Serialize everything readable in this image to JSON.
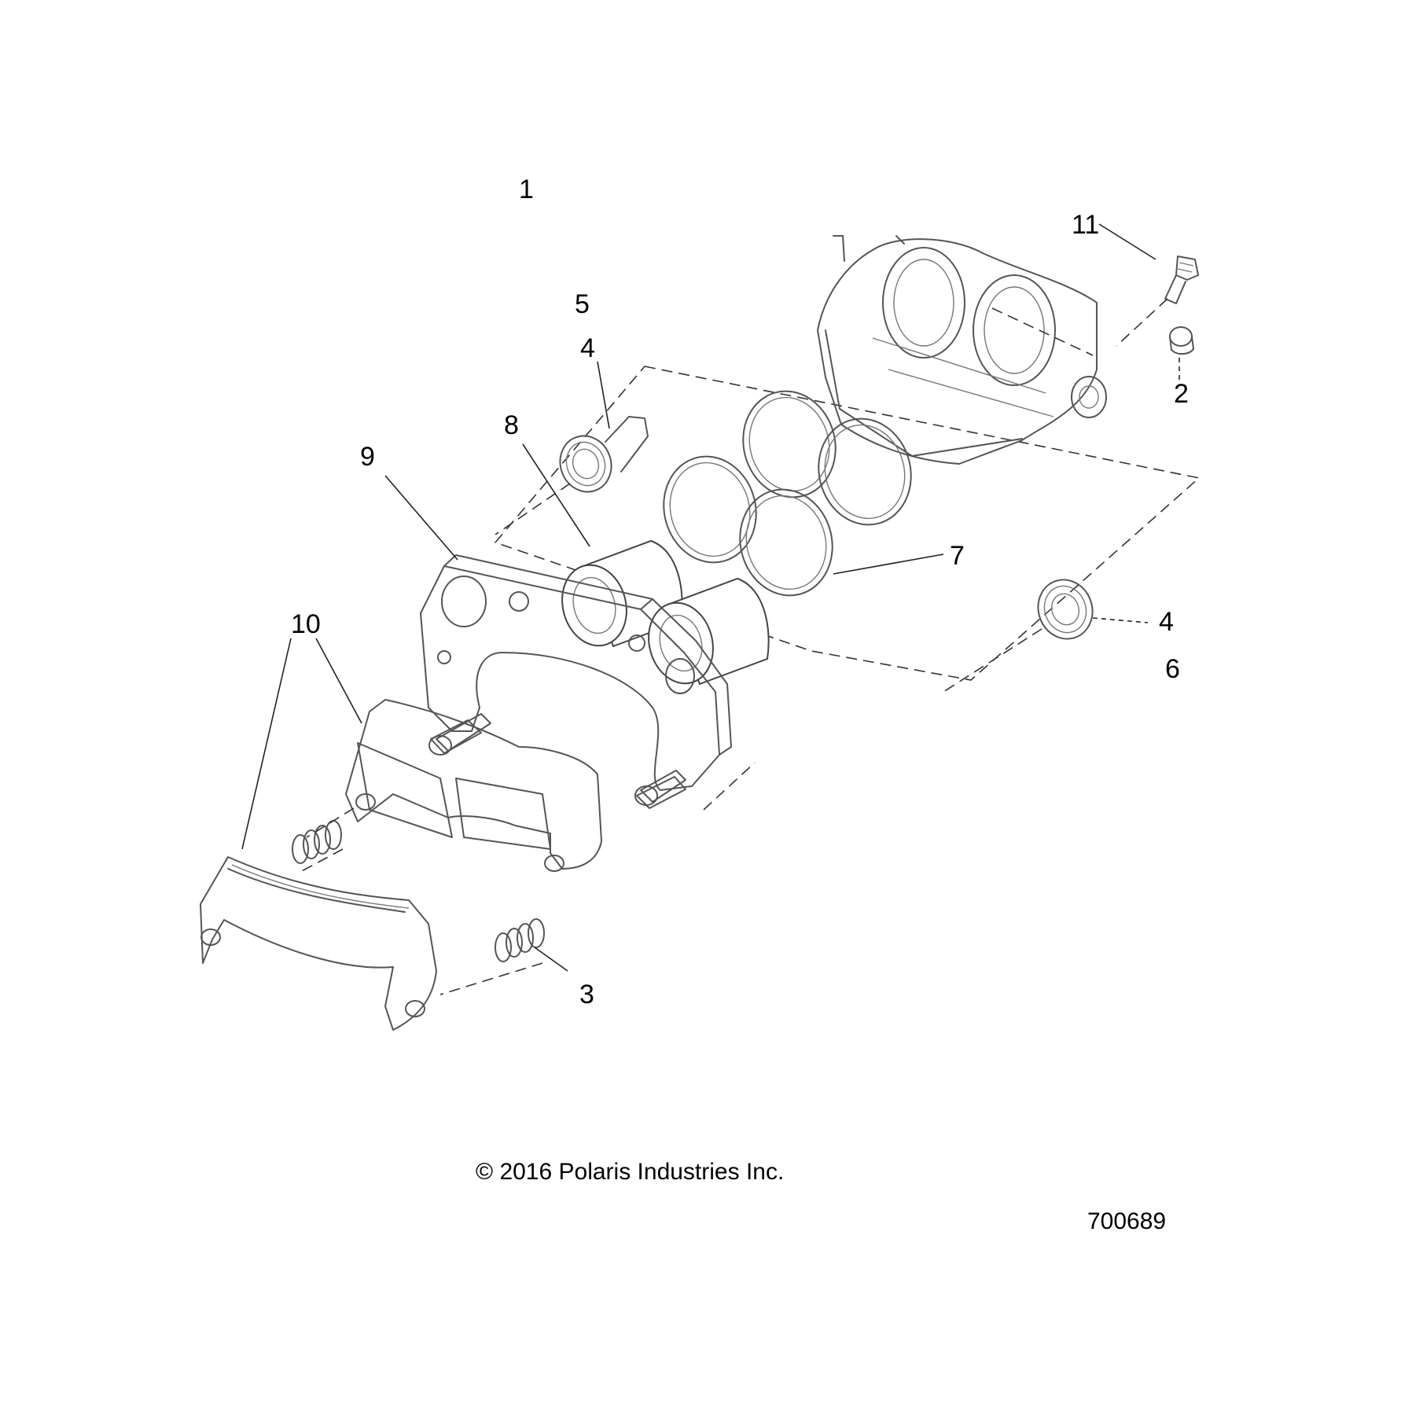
{
  "callouts": [
    {
      "id": "c1",
      "label": "1"
    },
    {
      "id": "c11",
      "label": "11"
    },
    {
      "id": "c5",
      "label": "5"
    },
    {
      "id": "c4a",
      "label": "4"
    },
    {
      "id": "c2",
      "label": "2"
    },
    {
      "id": "c8",
      "label": "8"
    },
    {
      "id": "c9",
      "label": "9"
    },
    {
      "id": "c7",
      "label": "7"
    },
    {
      "id": "c4b",
      "label": "4"
    },
    {
      "id": "c6",
      "label": "6"
    },
    {
      "id": "c10",
      "label": "10"
    },
    {
      "id": "c3",
      "label": "3"
    }
  ],
  "footer": {
    "copyright": "© 2016 Polaris Industries Inc.",
    "drawing_number": "700689"
  },
  "colors": {
    "line": "#555555",
    "text": "#000000",
    "background": "#ffffff"
  }
}
